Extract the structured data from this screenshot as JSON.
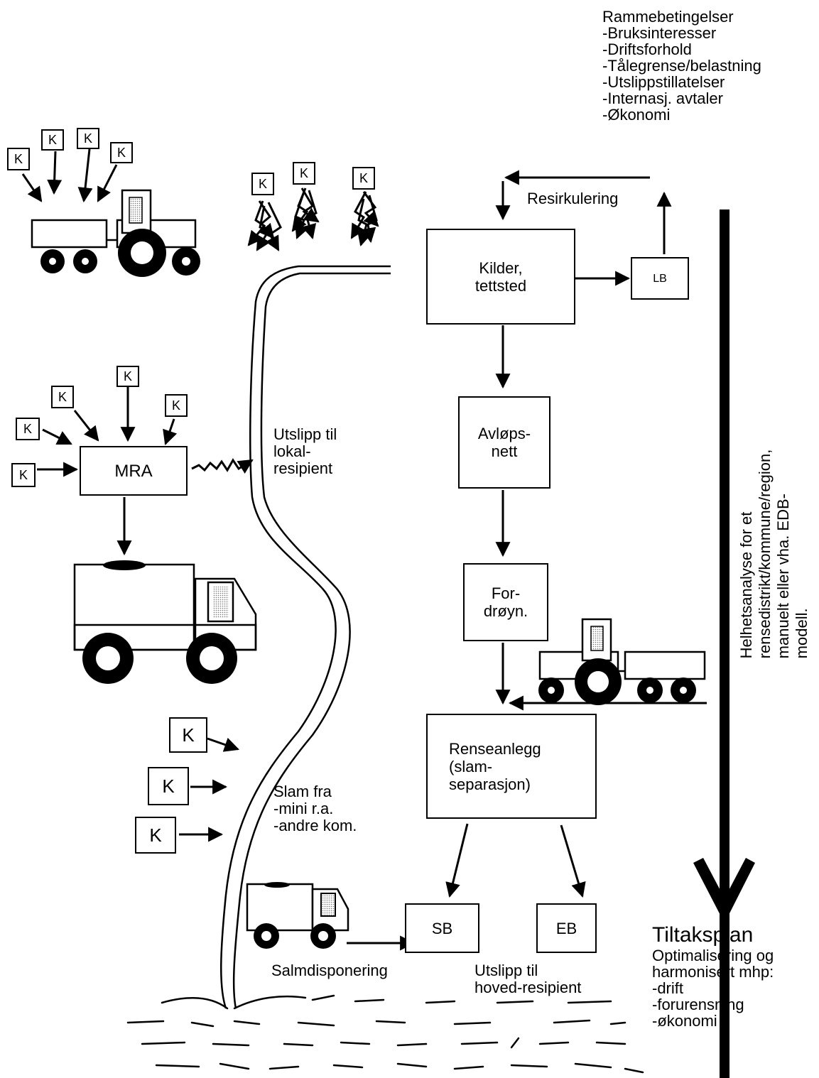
{
  "framework": {
    "title": "Rammebetingelser",
    "items": [
      "-Bruksinteresser",
      "-Driftsforhold",
      "-Tålegrense/belastning",
      "-Utslippstillatelser",
      "-Internasj. avtaler",
      "-Økonomi"
    ]
  },
  "source_label": "K",
  "nodes": {
    "kilder": "Kilder,\ntettsted",
    "lb": "LB",
    "avlopsnett": "Avløps-\nnett",
    "fordroyn": "For-\ndrøyn.",
    "renseanlegg": "Renseanlegg\n(slam-\nseparasjon)",
    "sb": "SB",
    "eb": "EB",
    "mra": "MRA"
  },
  "labels": {
    "resirkulering": "Resirkulering",
    "utslipp_lokal": "Utslipp til\nlokal-\nresipient",
    "slam_fra": "Slam fra\n-mini r.a.\n-andre kom.",
    "slamdisponering": "Salmdisponering",
    "utslipp_hoved": "Utslipp til\nhoved-resipient",
    "vertical": "Helhetsanalyse for et rensedistrikt/kommune/region,\nmanuelt eller vha. EDB-modell."
  },
  "plan": {
    "title": "Tiltaksplan",
    "lines": [
      "Optimalisering og",
      "harmonisert mhp:",
      "-drift",
      "-forurensning",
      "-økonomi"
    ]
  }
}
